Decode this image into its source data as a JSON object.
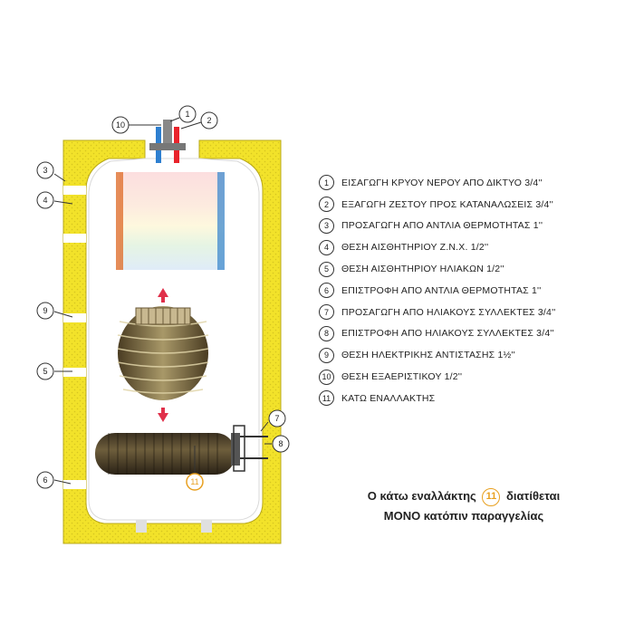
{
  "legend": [
    {
      "num": "1",
      "text": "ΕΙΣΑΓΩΓΗ ΚΡΥΟΥ ΝΕΡΟΥ ΑΠΟ ΔΙΚΤΥΟ  3/4''"
    },
    {
      "num": "2",
      "text": "ΕΞΑΓΩΓΗ ΖΕΣΤΟΥ ΠΡΟΣ ΚΑΤΑΝΑΛΩΣΕΙΣ  3/4''"
    },
    {
      "num": "3",
      "text": "ΠΡΟΣΑΓΩΓΗ ΑΠΟ ΑΝΤΛΙΑ ΘΕΡΜΟΤΗΤΑΣ 1''"
    },
    {
      "num": "4",
      "text": "ΘΕΣΗ ΑΙΣΘΗΤΗΡΙΟΥ Ζ.Ν.Χ. 1/2''"
    },
    {
      "num": "5",
      "text": "ΘΕΣΗ ΑΙΣΘΗΤΗΡΙΟΥ ΗΛΙΑΚΩΝ  1/2''"
    },
    {
      "num": "6",
      "text": "ΕΠΙΣΤΡΟΦΗ ΑΠΟ ΑΝΤΛΙΑ ΘΕΡΜΟΤΗΤΑΣ 1''"
    },
    {
      "num": "7",
      "text": "ΠΡΟΣΑΓΩΓΗ ΑΠΟ ΗΛΙΑΚΟΥΣ ΣΥΛΛΕΚΤΕΣ 3/4''"
    },
    {
      "num": "8",
      "text": "ΕΠΙΣΤΡΟΦΗ ΑΠΟ ΗΛΙΑΚΟΥΣ ΣΥΛΛΕΚΤΕΣ 3/4''"
    },
    {
      "num": "9",
      "text": "ΘΕΣΗ ΗΛΕΚΤΡΙΚΗΣ ΑΝΤΙΣΤΑΣΗΣ 1½''"
    },
    {
      "num": "10",
      "text": "ΘΕΣΗ ΕΞΑΕΡΙΣΤΙΚΟΥ 1/2''"
    },
    {
      "num": "11",
      "text": "ΚΑΤΩ ΕΝΑΛΛΑΚΤΗΣ"
    }
  ],
  "note": {
    "line1_before": "Ο κάτω εναλλάκτης",
    "badge": "11",
    "line1_after": "διατίθεται",
    "line2": "ΜΟΝΟ κατόπιν παραγγελίας"
  },
  "callouts": {
    "c1": "1",
    "c2": "2",
    "c3": "3",
    "c4": "4",
    "c5": "5",
    "c6": "6",
    "c7": "7",
    "c8": "8",
    "c9": "9",
    "c10": "10",
    "c11": "11"
  },
  "colors": {
    "insulation": "#f2e22a",
    "insulation_pattern": "#c9b91a",
    "tank_shell": "#ffffff",
    "coil_dark": "#5a4a2e",
    "coil_light": "#b8a878",
    "arrow": "#e0304a",
    "accent_orange": "#e8a020"
  }
}
